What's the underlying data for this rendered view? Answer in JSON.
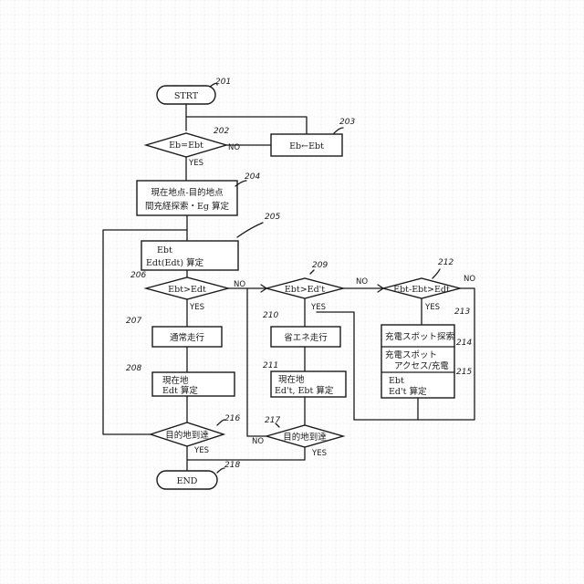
{
  "steps": {
    "s201": {
      "ref": "201",
      "text": "STRT"
    },
    "s202": {
      "ref": "202",
      "text": "Eb=Ebt"
    },
    "s203": {
      "ref": "203",
      "text": "Eb←Ebt"
    },
    "s204": {
      "ref": "204",
      "line1": "現在地点-目的地点",
      "line2": "間充経探索・Eg 算定"
    },
    "s205": {
      "ref": "205",
      "line1": "Ebt",
      "line2": "Edt(Edt) 算定"
    },
    "s206": {
      "ref": "206",
      "text": "Ebt>Edt"
    },
    "s207": {
      "ref": "207",
      "text": "通常走行"
    },
    "s208": {
      "ref": "208",
      "line1": "現在地",
      "line2": "Edt 算定"
    },
    "s209": {
      "ref": "209",
      "text": "Ebt>Ed't"
    },
    "s210": {
      "ref": "210",
      "text": "省エネ走行"
    },
    "s211": {
      "ref": "211",
      "line1": "現在地",
      "line2": "Ed't, Ebt 算定"
    },
    "s212": {
      "ref": "212",
      "text": "Ebt-Ebt>Edt"
    },
    "s213": {
      "ref": "213",
      "text": "充電スポット探索"
    },
    "s214": {
      "ref": "214",
      "line1": "充電スポット",
      "line2": "アクセス/充電"
    },
    "s215": {
      "ref": "215",
      "line1": "Ebt",
      "line2": "Ed't 算定"
    },
    "s216": {
      "ref": "216",
      "text": "目的地到達"
    },
    "s217": {
      "ref": "217",
      "text": "目的地到達"
    },
    "s218": {
      "ref": "218",
      "text": "END"
    }
  },
  "branch_labels": {
    "yes": "YES",
    "no": "NO"
  }
}
